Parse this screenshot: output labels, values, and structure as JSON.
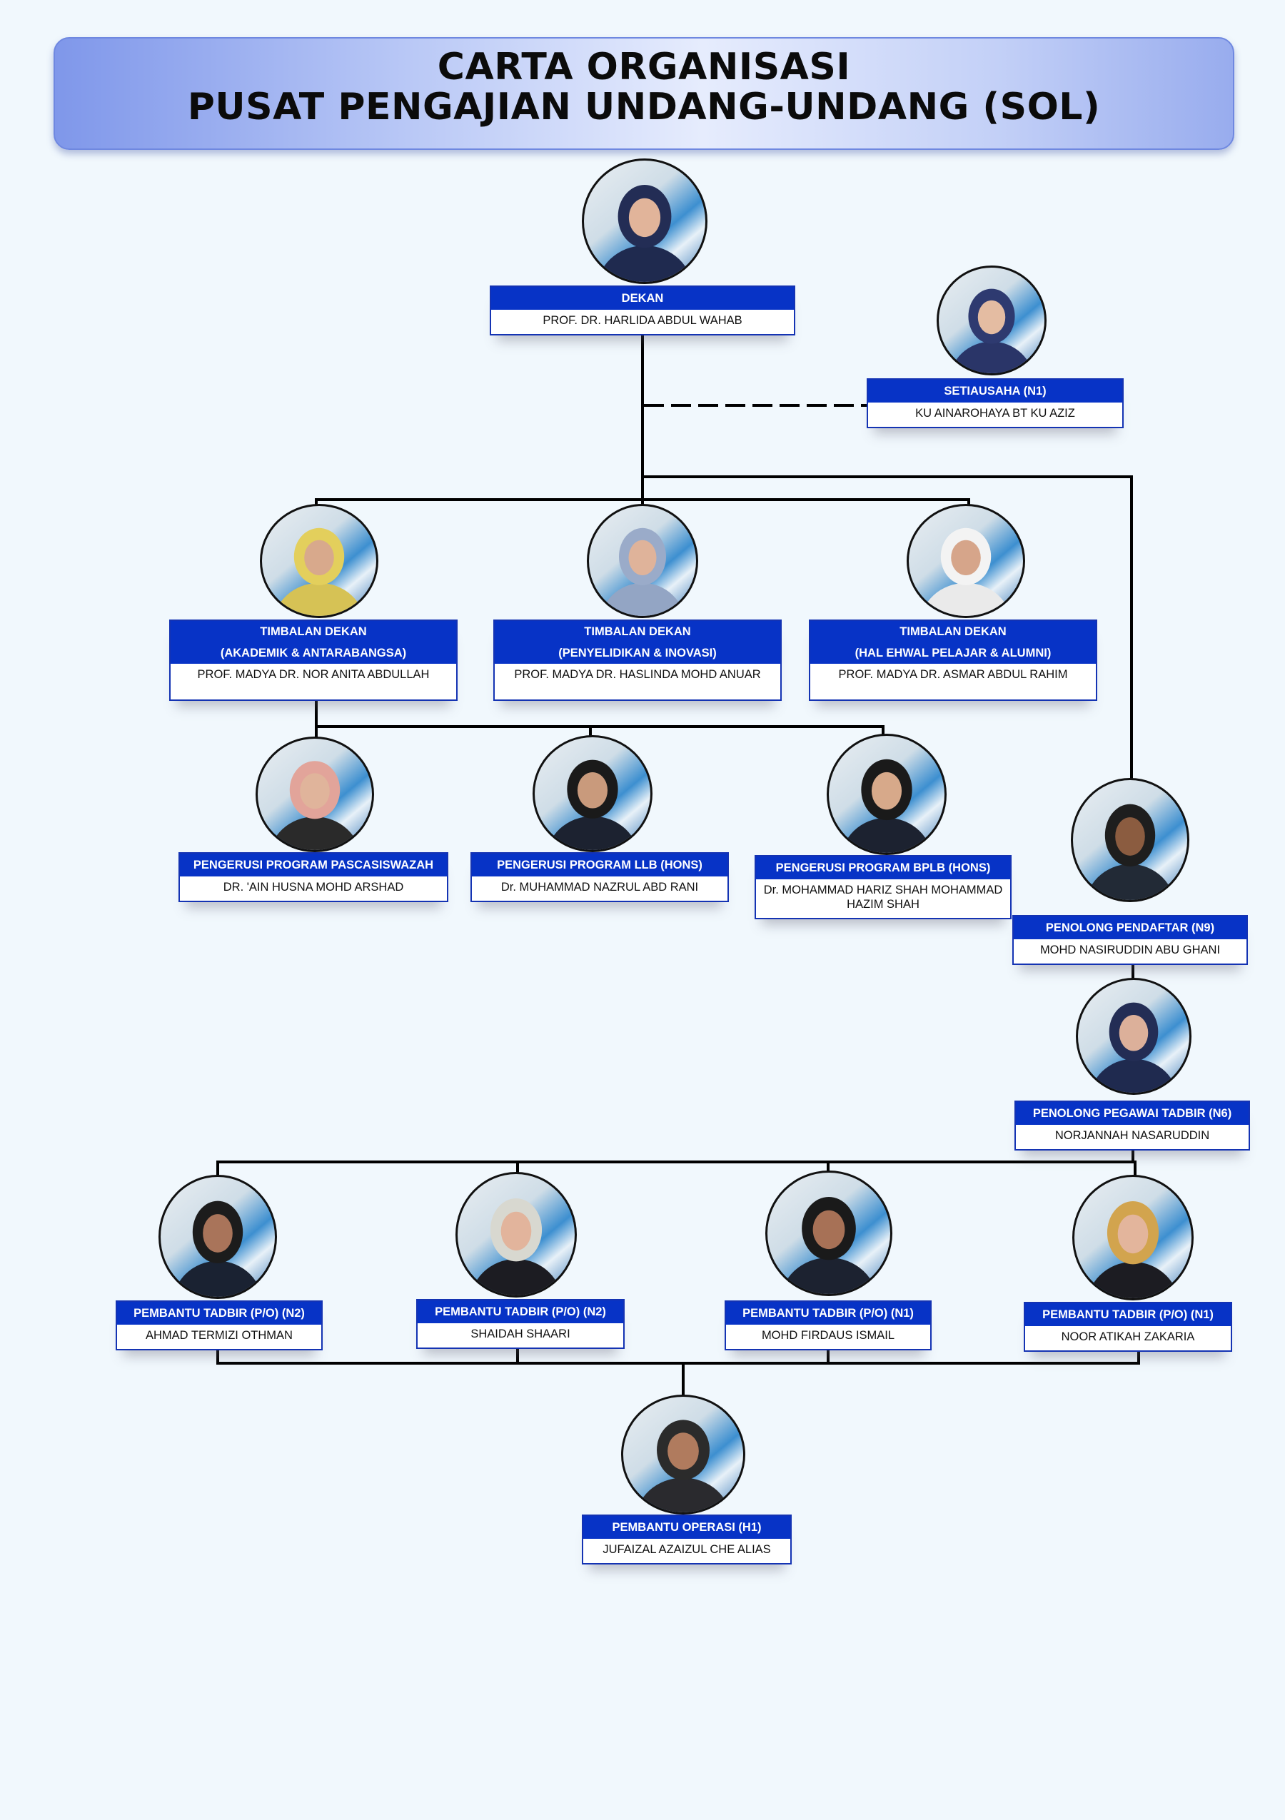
{
  "header": {
    "line1": "CARTA ORGANISASI",
    "line2": "PUSAT PENGAJIAN UNDANG-UNDANG (SOL)"
  },
  "colors": {
    "title_bar": "#0733c6",
    "card_border": "#1433b3",
    "connector": "#000000",
    "background": "#f1f8fd"
  },
  "people": {
    "dekan": {
      "title": "DEKAN",
      "name": "PROF. DR. HARLIDA ABDUL WAHAB"
    },
    "setiausaha": {
      "title": "SETIAUSAHA (N1)",
      "name": "KU AINAROHAYA BT KU AZIZ"
    },
    "td_akademik": {
      "title": "TIMBALAN DEKAN",
      "subtitle": "(AKADEMIK & ANTARABANGSA)",
      "name": "PROF. MADYA DR. NOR ANITA ABDULLAH"
    },
    "td_penyelidikan": {
      "title": "TIMBALAN DEKAN",
      "subtitle": "(PENYELIDIKAN & INOVASI)",
      "name": "PROF. MADYA DR. HASLINDA MOHD ANUAR"
    },
    "td_hep": {
      "title": "TIMBALAN DEKAN",
      "subtitle": "(HAL EHWAL PELAJAR & ALUMNI)",
      "name": "PROF. MADYA DR. ASMAR ABDUL  RAHIM"
    },
    "pp_pascasiswazah": {
      "title": "PENGERUSI PROGRAM PASCASISWAZAH",
      "name": "DR. 'AIN HUSNA MOHD ARSHAD"
    },
    "pp_llb": {
      "title": "PENGERUSI PROGRAM LLB (HONS)",
      "name": "Dr. MUHAMMAD NAZRUL ABD RANI"
    },
    "pp_bplb": {
      "title": "PENGERUSI PROGRAM BPLB (HONS)",
      "name": "Dr. MOHAMMAD HARIZ SHAH MOHAMMAD HAZIM SHAH"
    },
    "penolong_pendaftar": {
      "title": "PENOLONG PENDAFTAR (N9)",
      "name": "MOHD NASIRUDDIN ABU GHANI"
    },
    "ppt": {
      "title": "PENOLONG PEGAWAI TADBIR (N6)",
      "name": "NORJANNAH NASARUDDIN"
    },
    "pt1": {
      "title": "PEMBANTU TADBIR (P/O) (N2)",
      "name": "AHMAD TERMIZI OTHMAN"
    },
    "pt2": {
      "title": "PEMBANTU TADBIR (P/O) (N2)",
      "name": "SHAIDAH SHAARI"
    },
    "pt3": {
      "title": "PEMBANTU TADBIR (P/O) (N1)",
      "name": "MOHD FIRDAUS ISMAIL"
    },
    "pt4": {
      "title": "PEMBANTU TADBIR (P/O) (N1)",
      "name": "NOOR ATIKAH ZAKARIA"
    },
    "po": {
      "title": "PEMBANTU OPERASI (H1)",
      "name": "JUFAIZAL AZAIZUL CHE ALIAS"
    }
  }
}
